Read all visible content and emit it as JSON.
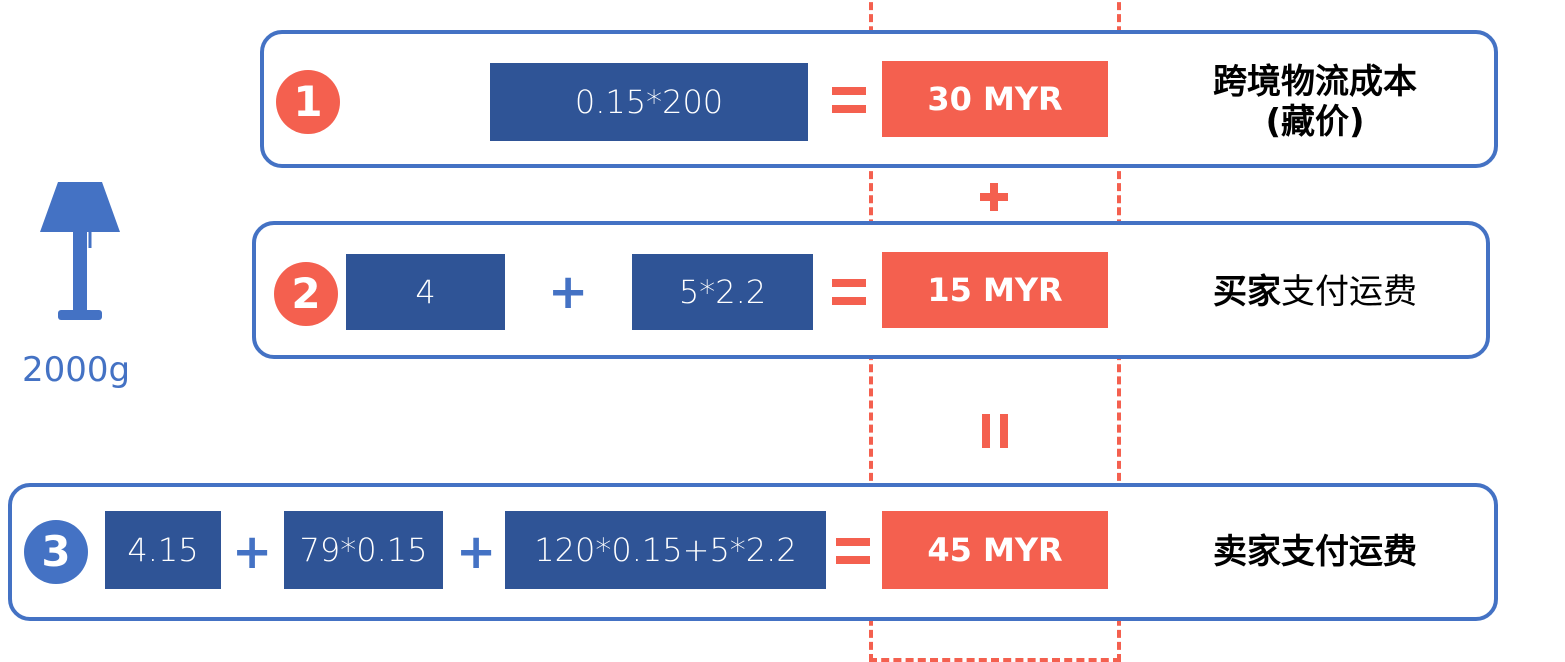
{
  "product": {
    "icon": "lamp-icon",
    "weight": "2000g"
  },
  "colors": {
    "accent_red": "#f4604f",
    "box_blue": "#2f5496",
    "border_blue": "#4472c4"
  },
  "rows": [
    {
      "badge": "1",
      "terms": [
        "0.15*200"
      ],
      "result": "30 MYR",
      "label_line1": "跨境物流成本",
      "label_line2": "(藏价)"
    },
    {
      "badge": "2",
      "terms": [
        "4",
        "5*2.2"
      ],
      "result": "15 MYR",
      "label_bold": "买家",
      "label_rest": "支付运费"
    },
    {
      "badge": "3",
      "terms": [
        "4.15",
        "79*0.15",
        "120*0.15+5*2.2"
      ],
      "result": "45 MYR",
      "label": "卖家支付运费"
    }
  ],
  "operators": {
    "plus": "+",
    "between_results_plus": "+",
    "between_results_equals": "="
  }
}
